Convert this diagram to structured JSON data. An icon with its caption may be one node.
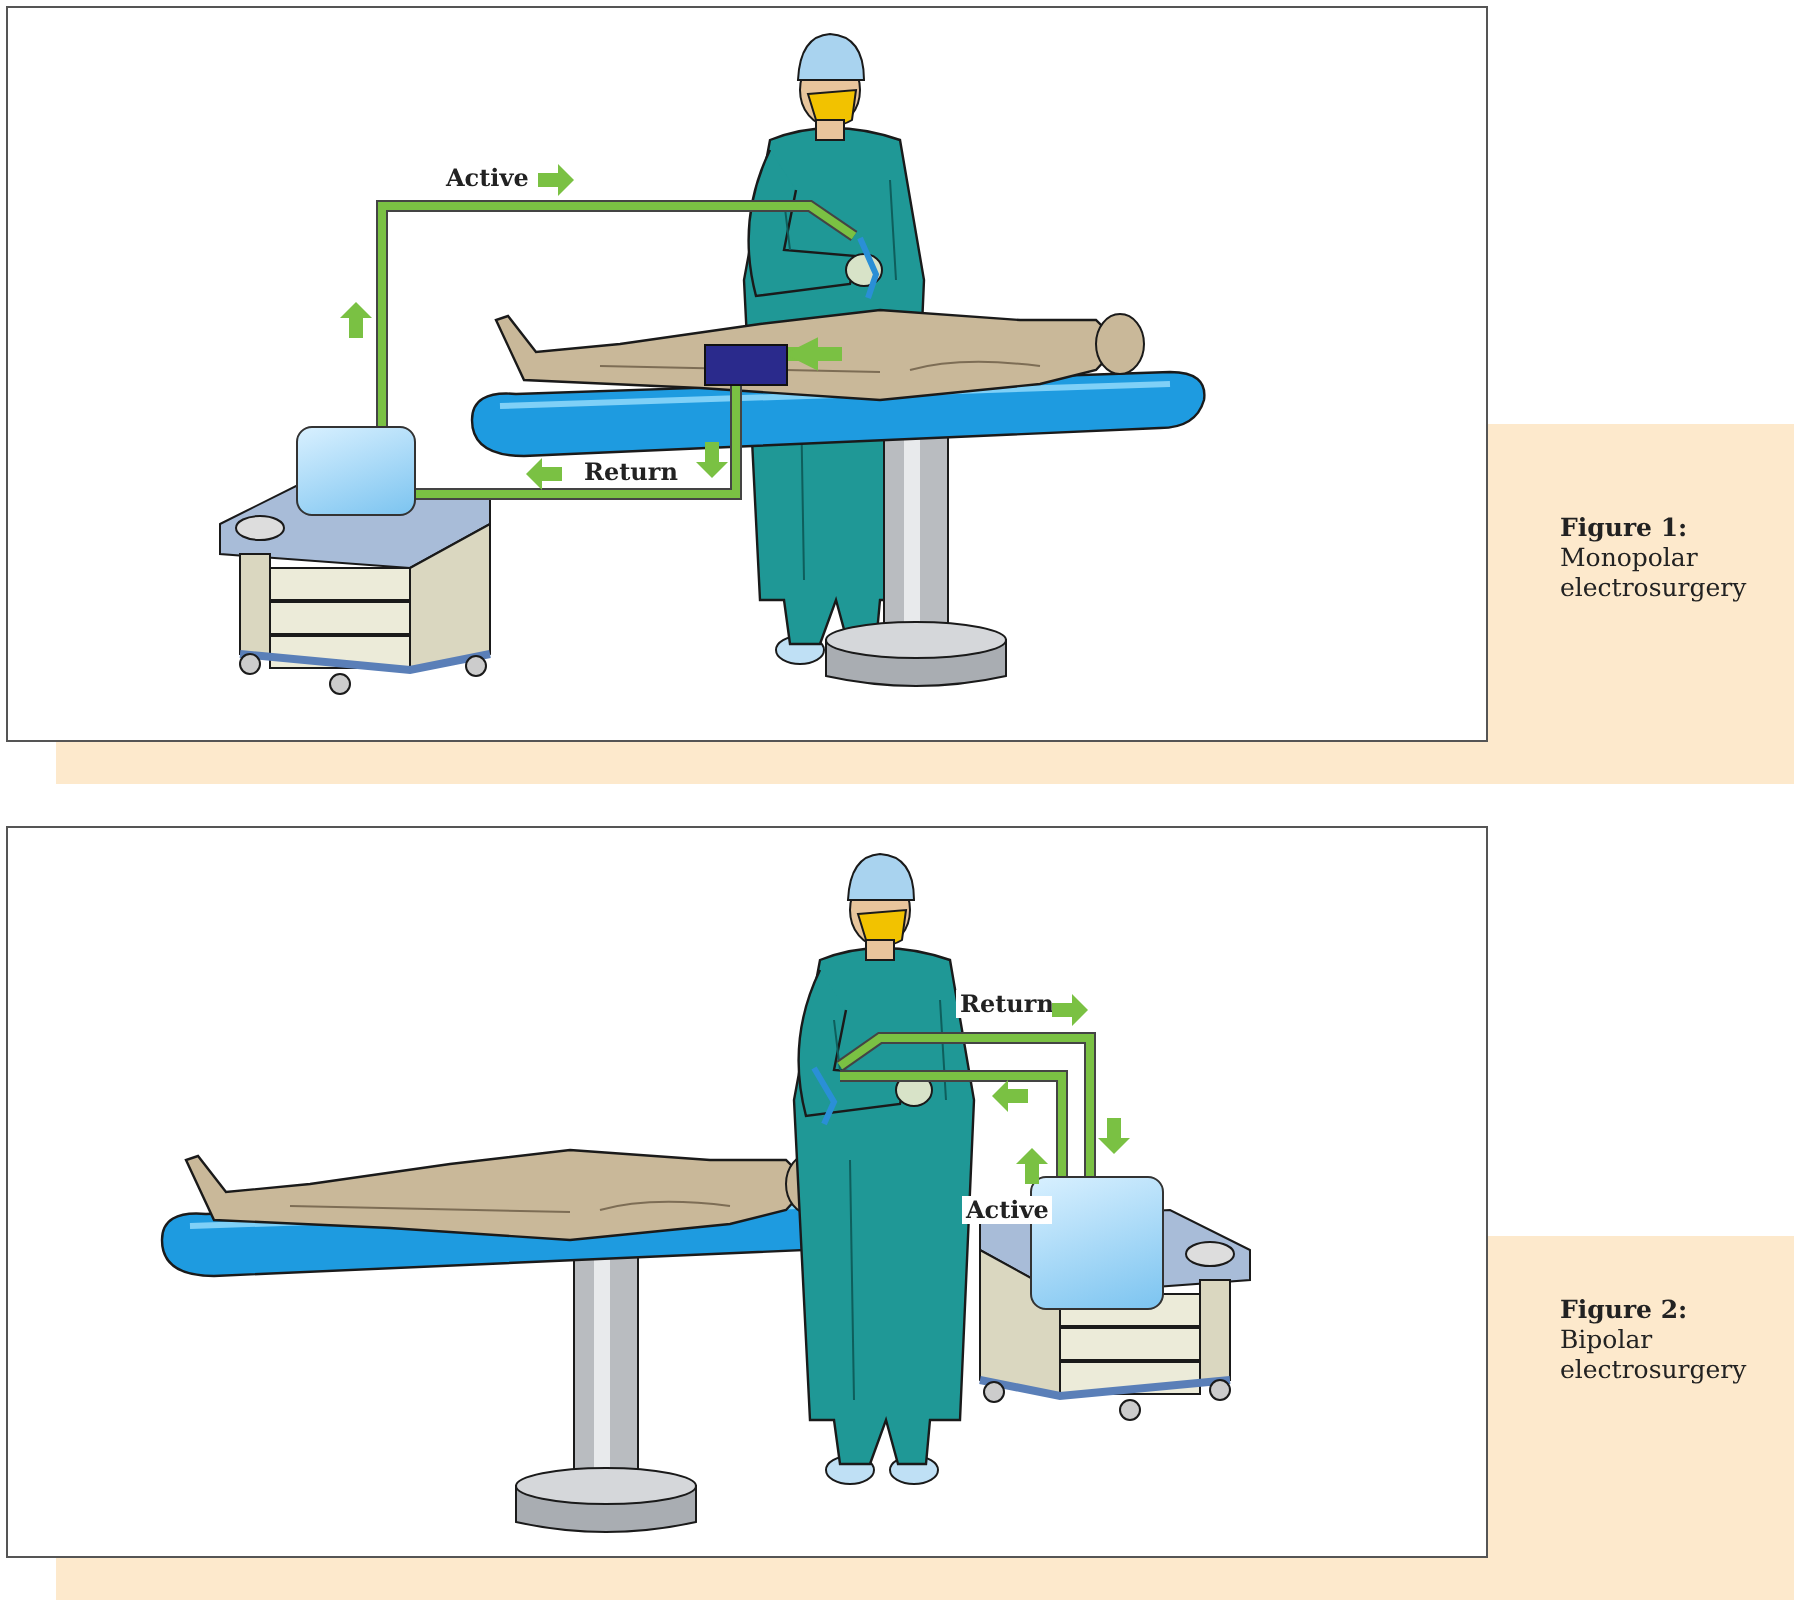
{
  "diagram": {
    "nodes": [
      {
        "text": [],
        "shape": "picture"
      },
      {
        "text": [],
        "shape": "picture"
      },
      {
        "text": [],
        "shape": "box"
      },
      {
        "text": [],
        "shape": "picture"
      },
      {
        "text": [],
        "shape": "picture"
      }
    ],
    "edges": [
      {
        "from": 0,
        "to": 1,
        "arrow": "none",
        "label": "Active"
      },
      {
        "from": 2,
        "to": 0,
        "arrow": "none",
        "label": "Return"
      },
      {
        "from": 4,
        "to": 3,
        "arrow": "none",
        "label": "Active"
      },
      {
        "from": 3,
        "to": 4,
        "arrow": "none",
        "label": "Return"
      },
      {
        "from": null,
        "to": 2,
        "arrow": "to",
        "color": "#7ac143"
      }
    ],
    "labels": [
      "Figure 1:",
      "Monopolar electrosurgery",
      "Figure 2:",
      "Bipolar electrosurgery"
    ]
  }
}
